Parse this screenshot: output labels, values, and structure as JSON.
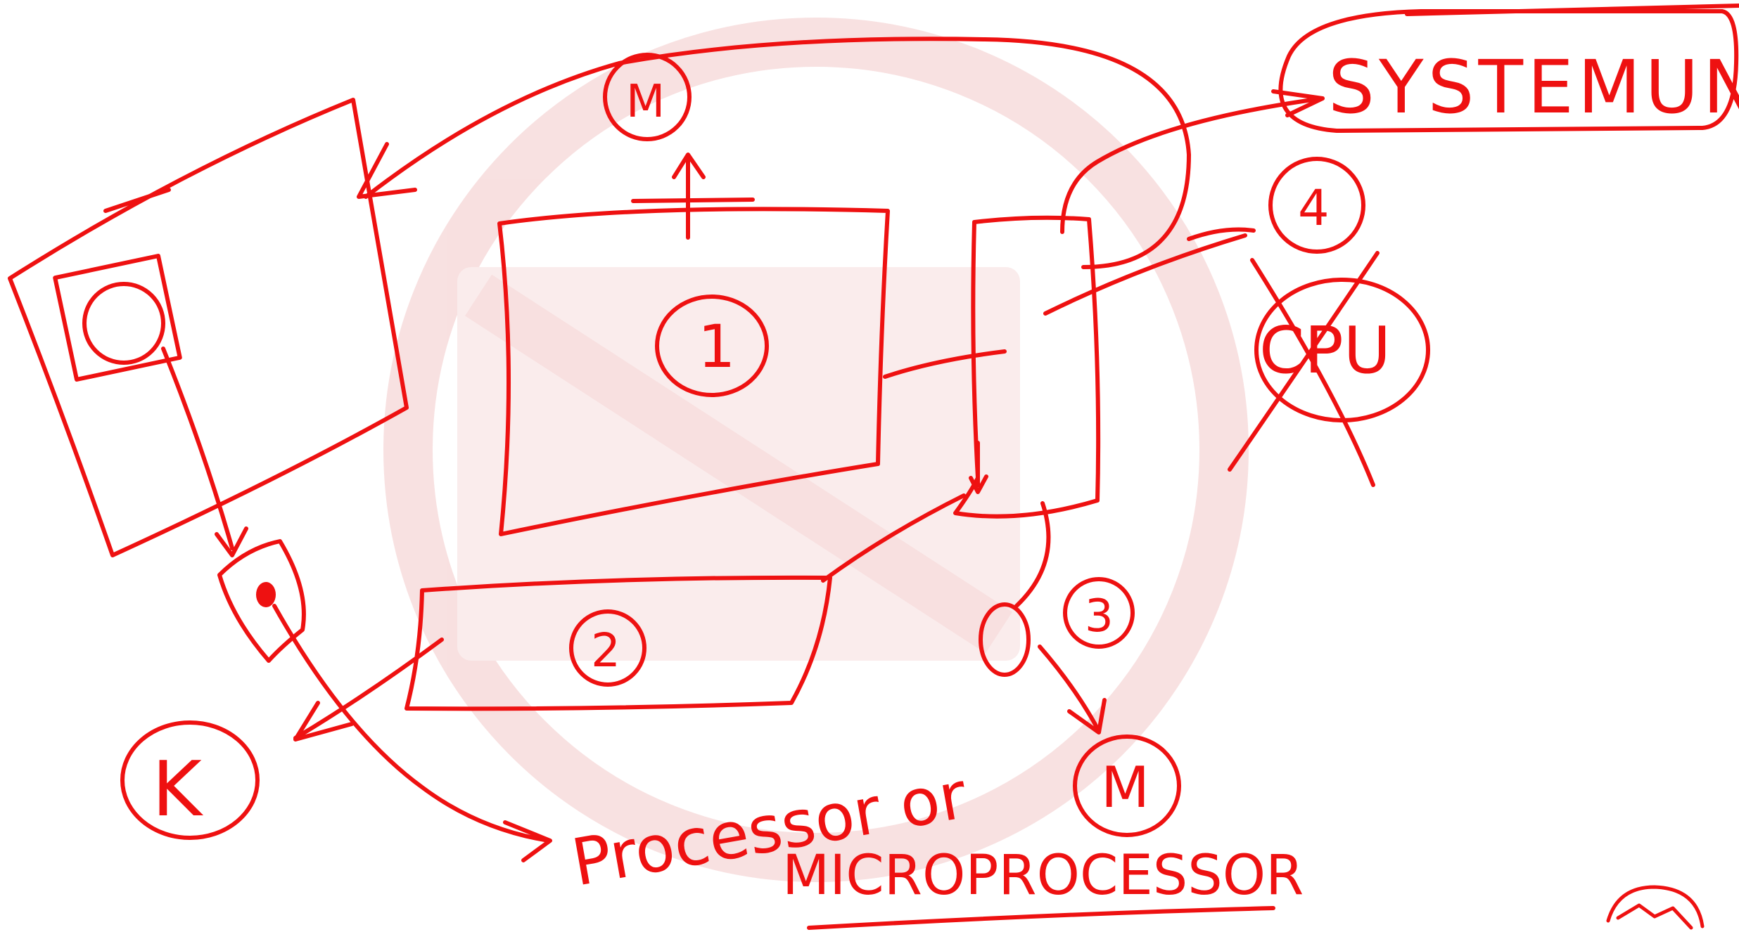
{
  "labels": {
    "system_unit": "SYSTEMUNIT",
    "cpu": "CPU",
    "monitor_num": "1",
    "keyboard_num": "2",
    "mouse_num": "3",
    "system_unit_num": "4",
    "m_top": "M",
    "m_bottom": "M",
    "k_label": "K",
    "processor_line1": "Processor or",
    "processor_line2": "MICROPROCESSOR"
  },
  "colors": {
    "ink": "#ee1111",
    "watermark": "#f3c8c8"
  }
}
